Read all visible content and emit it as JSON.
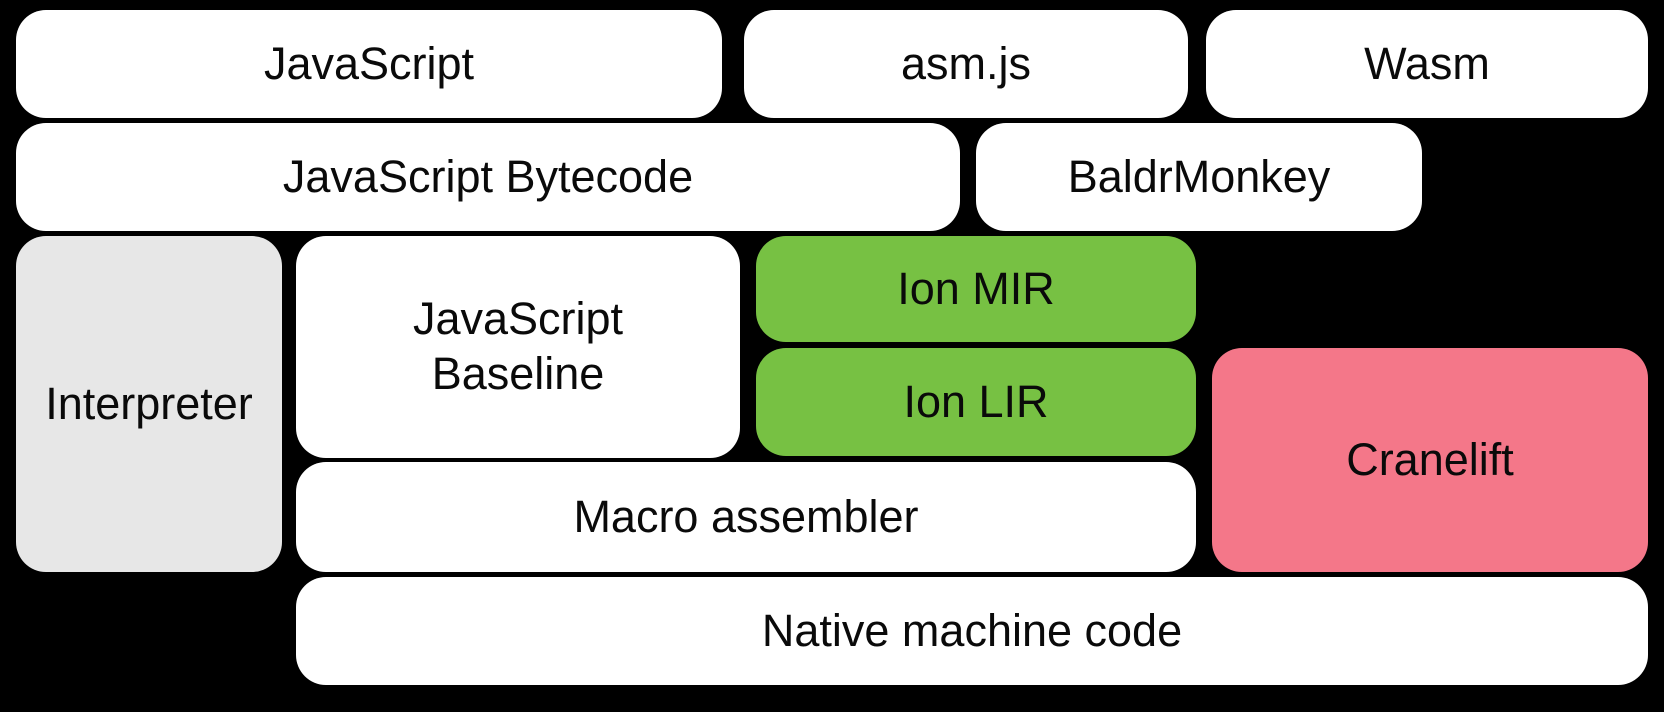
{
  "diagram": {
    "background_color": "#000000",
    "text_color": "#0a0a0a",
    "colors": {
      "white_box": "#ffffff",
      "gray_box": "#e7e7e7",
      "green_box": "#77c143",
      "pink_box": "#f47789"
    },
    "boxes": {
      "javascript": {
        "label": "JavaScript",
        "bg": "#ffffff"
      },
      "asmjs": {
        "label": "asm.js",
        "bg": "#ffffff"
      },
      "wasm": {
        "label": "Wasm",
        "bg": "#ffffff"
      },
      "bytecode": {
        "label": "JavaScript Bytecode",
        "bg": "#ffffff"
      },
      "baldrmonkey": {
        "label": "BaldrMonkey",
        "bg": "#ffffff"
      },
      "interpreter": {
        "label": "Interpreter",
        "bg": "#e7e7e7"
      },
      "baseline": {
        "label": "JavaScript Baseline",
        "bg": "#ffffff"
      },
      "ion_mir": {
        "label": "Ion MIR",
        "bg": "#77c143"
      },
      "ion_lir": {
        "label": "Ion LIR",
        "bg": "#77c143"
      },
      "cranelift": {
        "label": "Cranelift",
        "bg": "#f47789"
      },
      "macro_assembler": {
        "label": "Macro assembler",
        "bg": "#ffffff"
      },
      "native_code": {
        "label": "Native machine code",
        "bg": "#ffffff"
      }
    }
  }
}
